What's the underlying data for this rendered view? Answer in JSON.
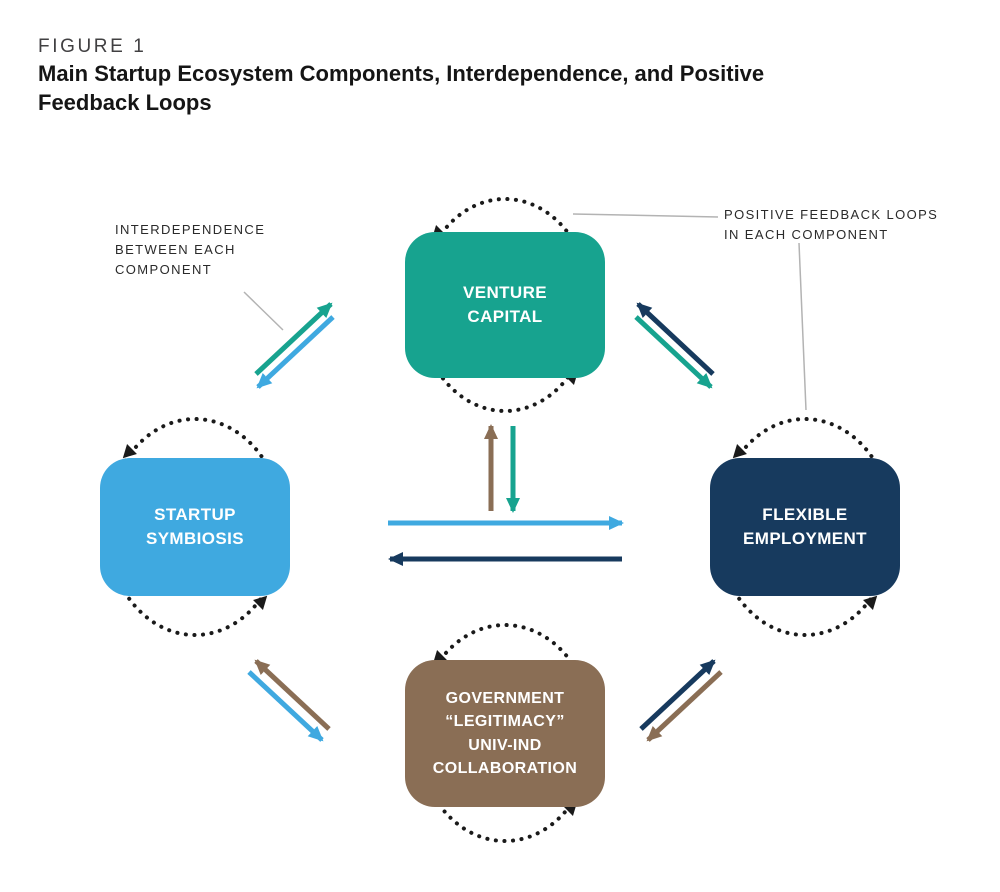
{
  "figure": {
    "label": "FIGURE 1",
    "title": "Main Startup Ecosystem Components, Interdependence, and Positive\nFeedback Loops"
  },
  "annotations": {
    "interdependence": "INTERDEPENDENCE\nBETWEEN EACH\nCOMPONENT",
    "positive_feedback": "POSITIVE FEEDBACK LOOPS\nIN EACH COMPONENT"
  },
  "nodes": {
    "venture_capital": {
      "label": "VENTURE\nCAPITAL"
    },
    "startup_symbiosis": {
      "label": "STARTUP\nSYMBIOSIS"
    },
    "flexible_employment": {
      "label": "FLEXIBLE\nEMPLOYMENT"
    },
    "government": {
      "label": "GOVERNMENT\n“LEGITIMACY”\nUNIV-IND\nCOLLABORATION"
    }
  },
  "colors": {
    "teal": "#17A38F",
    "lightblue": "#3FA9E0",
    "navy": "#173A5E",
    "brown": "#8A6E55",
    "loop": "#1A1A1A",
    "pointer": "#B3B3B3",
    "text": "#2A2A2A"
  }
}
